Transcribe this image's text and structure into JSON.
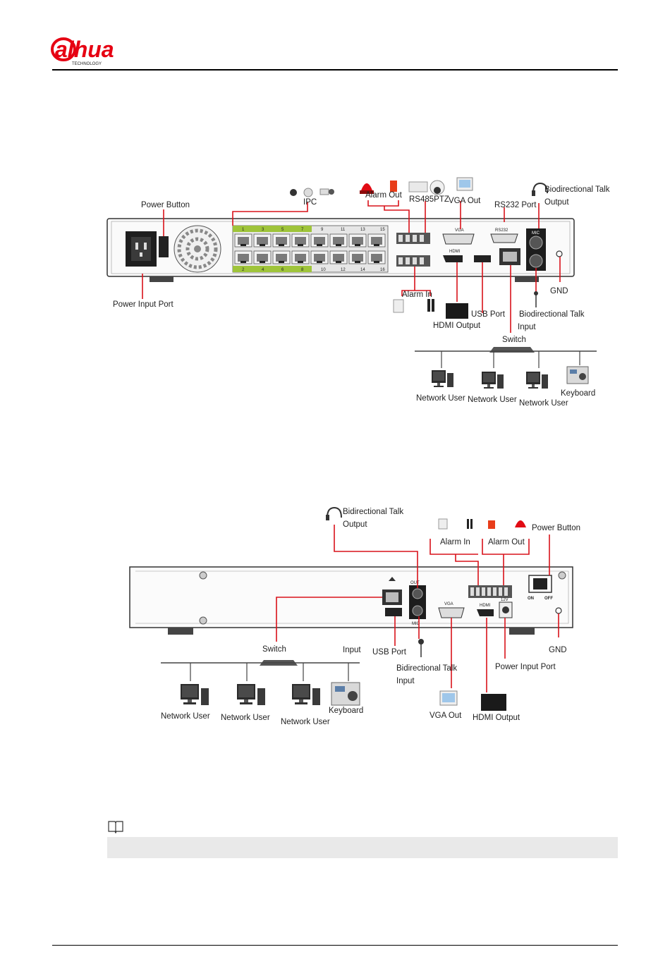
{
  "brand": {
    "logo_text": "alhua",
    "tagline": "TECHNOLOGY",
    "accent_color": "#e60012"
  },
  "figure1": {
    "labels": {
      "power_button": "Power Button",
      "power_input_port": "Power Input Port",
      "ipc": "IPC",
      "alarm_out": "Alarm Out",
      "rs485ptz": "RS485PTZ",
      "vga_out": "VGA Out",
      "rs232_port": "RS232 Port",
      "talk_output_l1": "Biodirectional Talk",
      "talk_output_l2": "Output",
      "alarm_in": "Alarm In",
      "hdmi_output": "HDMI Output",
      "usb_port": "USB Port",
      "talk_input_l1": "Biodirectional Talk",
      "talk_input_l2": "Input",
      "gnd": "GND",
      "switch": "Switch",
      "network_user_1": "Network User",
      "network_user_2": "Network User",
      "network_user_3": "Network User",
      "keyboard": "Keyboard"
    },
    "poe_top": [
      "1",
      "3",
      "5",
      "7",
      "9",
      "11",
      "13",
      "15"
    ],
    "poe_bottom": [
      "2",
      "4",
      "6",
      "8",
      "10",
      "12",
      "14",
      "16"
    ],
    "panel_text": {
      "vga": "VGA",
      "hdmi": "HDMI",
      "rs232": "RS232",
      "mic": "MIC"
    }
  },
  "figure2": {
    "labels": {
      "talk_output_l1": "Bidirectional Talk",
      "talk_output_l2": "Output",
      "alarm_in": "Alarm In",
      "alarm_out": "Alarm Out",
      "power_button": "Power Button",
      "switch": "Switch",
      "input": "Input",
      "usb_port": "USB Port",
      "talk_input_l1": "Bidirectional Talk",
      "talk_input_l2": "Input",
      "gnd": "GND",
      "power_input_port": "Power Input Port",
      "vga_out": "VGA Out",
      "hdmi_output": "HDMI Output",
      "network_user_1": "Network User",
      "network_user_2": "Network User",
      "network_user_3": "Network User",
      "keyboard": "Keyboard"
    },
    "panel_text": {
      "vga": "VGA",
      "hdmi": "HDMI",
      "on": "ON",
      "off": "OFF",
      "dc": "12V",
      "out": "OUT",
      "mic": "MIC"
    }
  }
}
